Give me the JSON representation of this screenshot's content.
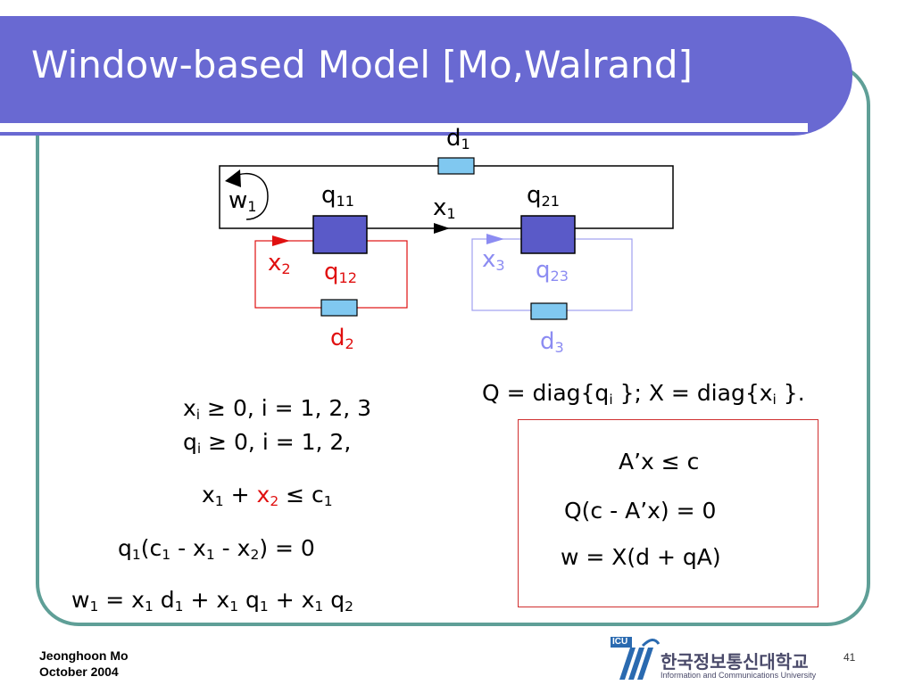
{
  "slide": {
    "title": "Window-based Model [Mo,Walrand]",
    "page_number": "41"
  },
  "diagram": {
    "d1": {
      "base": "d",
      "sub": "1"
    },
    "w1": {
      "base": "w",
      "sub": "1"
    },
    "q11": {
      "base": "q",
      "sub": "11"
    },
    "x1": {
      "base": "x",
      "sub": "1"
    },
    "q21": {
      "base": "q",
      "sub": "21"
    },
    "x2": {
      "base": "x",
      "sub": "2"
    },
    "q12": {
      "base": "q",
      "sub": "12"
    },
    "d2": {
      "base": "d",
      "sub": "2"
    },
    "x3": {
      "base": "x",
      "sub": "3"
    },
    "q23": {
      "base": "q",
      "sub": "23"
    },
    "d3": {
      "base": "d",
      "sub": "3"
    }
  },
  "equations": {
    "qx_def": {
      "a": "Q = diag{q",
      "b": "i",
      "c": " }; X = diag{x",
      "d": "i",
      "e": " }."
    },
    "x_nonneg": {
      "a": "x",
      "b": "i",
      "c": " ≥ 0, i = 1, 2, 3"
    },
    "q_nonneg": {
      "a": "q",
      "b": "i",
      "c": " ≥ 0, i = 1, 2,"
    },
    "capacity": {
      "a": "x",
      "b": "1",
      "c": " + ",
      "d": "x",
      "e": "2",
      "f": " ≤ c",
      "g": "1"
    },
    "compl": {
      "a": "q",
      "b": "1",
      "c": "(c",
      "d": "1",
      "e": " - x",
      "f": "1",
      "g": " - x",
      "h": "2",
      "i": ") = 0"
    },
    "window": {
      "a": "w",
      "b": "1",
      "c": " = x",
      "d": "1",
      "e": " d",
      "f": "1",
      "g": " + x",
      "h": "1",
      "i": " q",
      "j": "1",
      "k": "  + x",
      "l": "1",
      "m": " q",
      "n": "2"
    },
    "box_line1": "A’x ≤ c",
    "box_line2": "Q(c - A’x) = 0",
    "box_line3": "w = X(d + qA)"
  },
  "footer": {
    "author": "Jeonghoon Mo",
    "date": "October 2004",
    "logo_text": "ICU",
    "university_korean": "한국정보통신대학교",
    "university_english": "Information and Communications University"
  },
  "colors": {
    "title_bar": "#6969d2",
    "frame": "#5f9f97",
    "queue_dark": "#5a5ac8",
    "delay_light": "#80c8f0",
    "flow2": "#e01010",
    "flow3": "#8c8cf2"
  }
}
